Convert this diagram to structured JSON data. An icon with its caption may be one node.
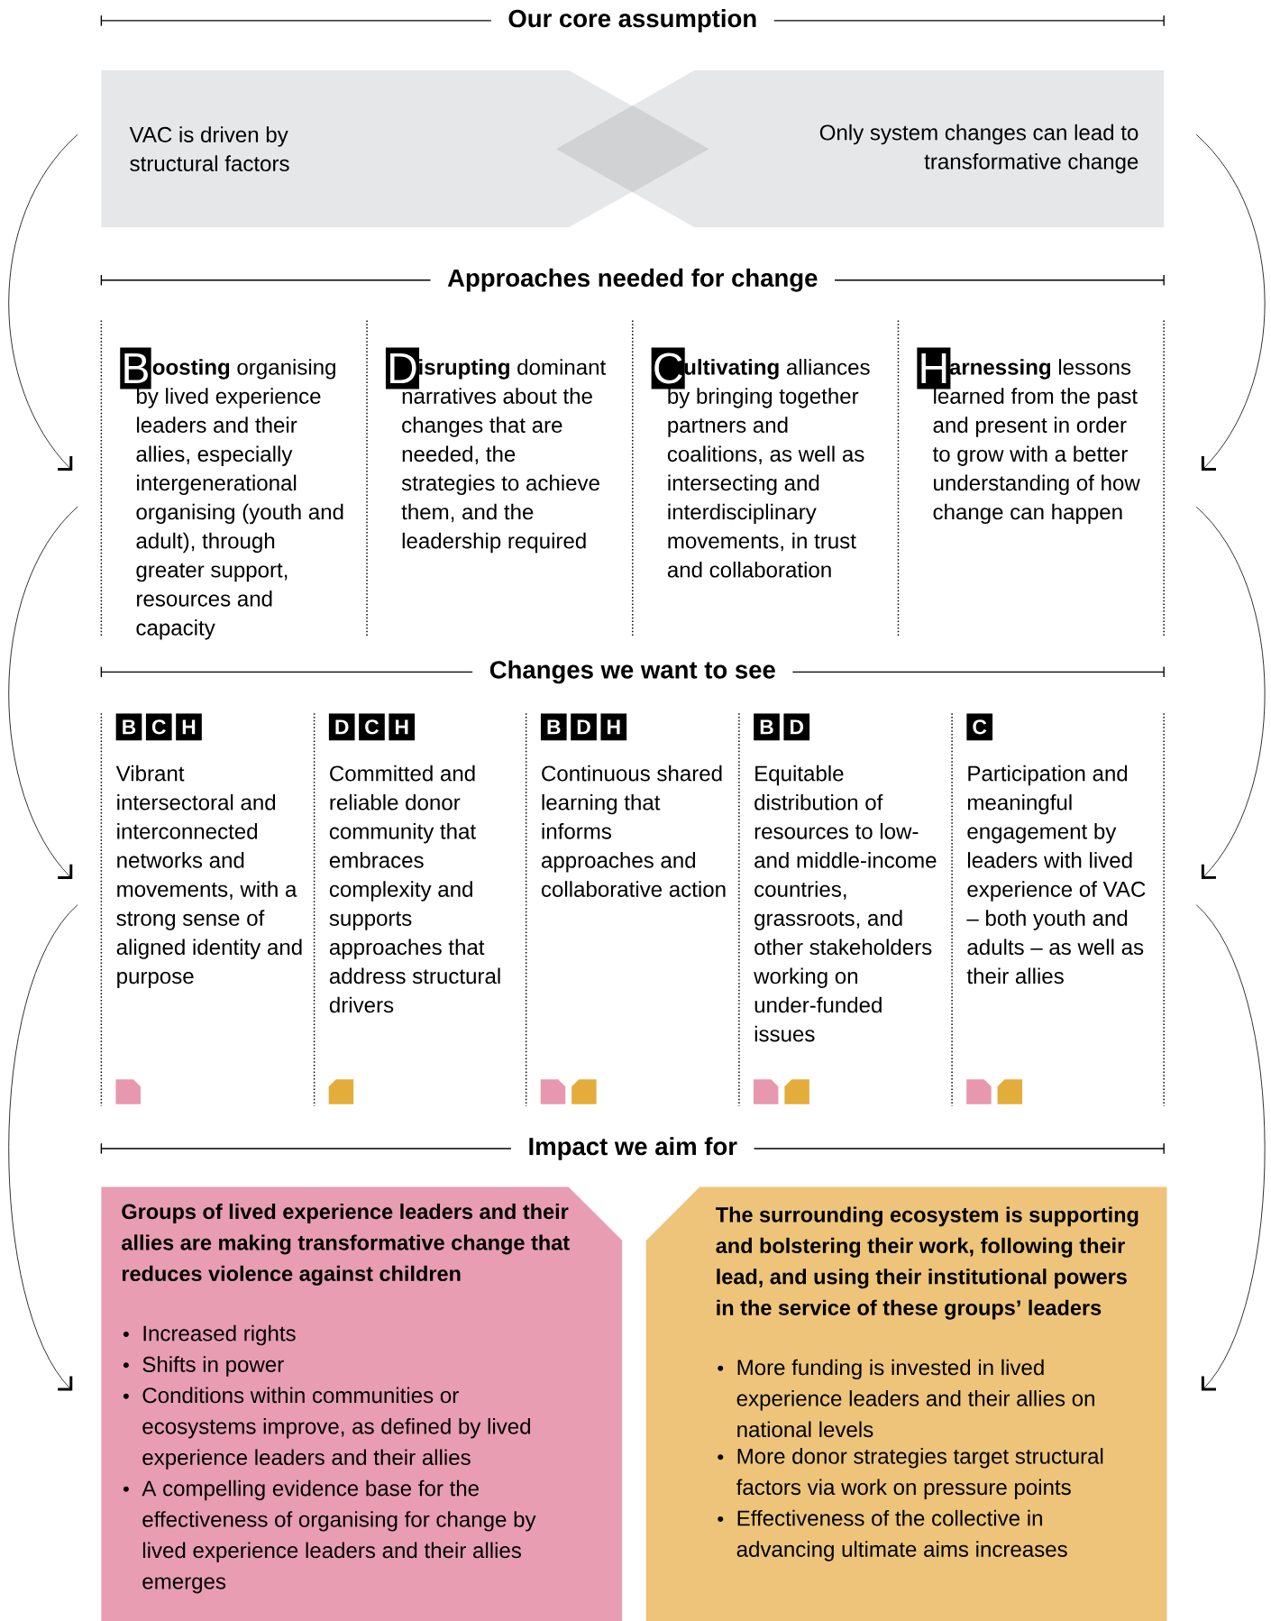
{
  "diagram": {
    "nodes": [
      {
        "text": [
          "VAC is driven by structural factors"
        ]
      },
      {
        "text": [
          "Only system changes can lead to transformative change"
        ]
      },
      {
        "text": [
          "B",
          "**oosting** organising by lived experience leaders and their allies, especially intergenerational organising (youth and adult), through greater support, resources and capacity"
        ]
      },
      {
        "text": [
          "D",
          "**isrupting** dominant narratives about the changes that are needed, the strategies to achieve them, and the leadership required"
        ]
      },
      {
        "text": [
          "C",
          "**ultivating** alliances by bringing together partners and coalitions, as well as intersecting and interdisciplinary movements, in trust and collaboration"
        ]
      },
      {
        "text": [
          "H",
          "**arnessing** lessons learned from the past and present in order to grow with a better understanding of how change can happen"
        ]
      },
      {
        "text": [
          "B",
          "C",
          "H",
          "Vibrant intersectoral and interconnected networks and movements, with a strong sense of aligned identity and purpose"
        ]
      },
      {
        "text": [
          "D",
          "C",
          "H",
          "Committed and reliable donor community that embraces complexity and supports approaches that address structural drivers"
        ]
      },
      {
        "text": [
          "B",
          "D",
          "H",
          "Continuous shared learning that informs approaches and collaborative action"
        ]
      },
      {
        "text": [
          "B",
          "D",
          "Equitable distribution of resources to low- and middle-income countries, grassroots, and other stakeholders working on under-funded issues"
        ]
      },
      {
        "text": [
          "C",
          "Participation and meaningful engagement by leaders with lived experience of VAC – both youth and adults – as well as their allies"
        ]
      },
      {
        "text": [
          "Groups of lived experience leaders and their allies are making transformative change that reduces violence against children",
          "Increased rights",
          "Shifts in power",
          "Conditions within communities or ecosystems improve, as defined by lived experience leaders and their allies",
          "A compelling evidence base for the effectiveness of organising for change by lived experience leaders and their allies emerges"
        ]
      },
      {
        "text": [
          "The surrounding ecosystem is supporting and bolstering their work, following their lead, and using their institutional powers in the service of these groups’ leaders",
          "More funding is invested in lived experience leaders and their allies on national levels",
          "More donor strategies target structural factors via work on pressure points",
          "Effectiveness of the collective in advancing ultimate aims increases"
        ]
      }
    ],
    "edges": [
      {
        "from": 0,
        "to": 2,
        "arrow": "to"
      },
      {
        "from": 1,
        "to": 5,
        "arrow": "to"
      },
      {
        "from": 2,
        "to": 6,
        "arrow": "to"
      },
      {
        "from": 5,
        "to": 10,
        "arrow": "to"
      },
      {
        "from": 6,
        "to": 11,
        "arrow": "to"
      },
      {
        "from": 10,
        "to": 12,
        "arrow": "to"
      }
    ],
    "labels": [
      "Our core assumption",
      "Approaches needed for change",
      "Changes we want to see",
      "Impact we aim for"
    ]
  }
}
